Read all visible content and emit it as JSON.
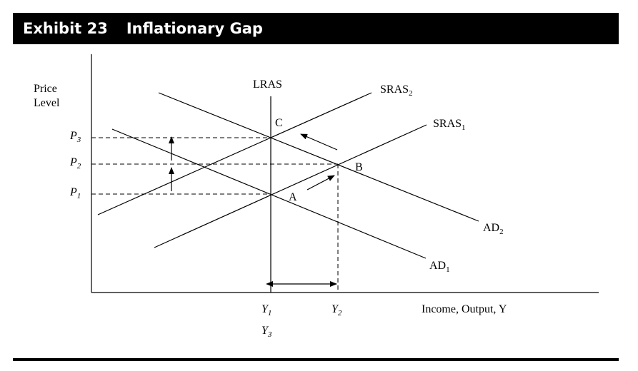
{
  "header": {
    "exhibit": "Exhibit 23",
    "title": "Inflationary Gap"
  },
  "axes": {
    "y_label_line1": "Price",
    "y_label_line2": "Level",
    "x_label": "Income, Output, Y"
  },
  "prices": {
    "p3": {
      "main": "P",
      "sub": "3"
    },
    "p2": {
      "main": "P",
      "sub": "2"
    },
    "p1": {
      "main": "P",
      "sub": "1"
    }
  },
  "outputs": {
    "y1": {
      "main": "Y",
      "sub": "1"
    },
    "y2": {
      "main": "Y",
      "sub": "2"
    },
    "y3": {
      "main": "Y",
      "sub": "3"
    }
  },
  "curves": {
    "lras": "LRAS",
    "sras2": {
      "main": "SRAS",
      "sub": "2"
    },
    "sras1": {
      "main": "SRAS",
      "sub": "1"
    },
    "ad2": {
      "main": "AD",
      "sub": "2"
    },
    "ad1": {
      "main": "AD",
      "sub": "1"
    }
  },
  "points": {
    "a": "A",
    "b": "B",
    "c": "C"
  }
}
